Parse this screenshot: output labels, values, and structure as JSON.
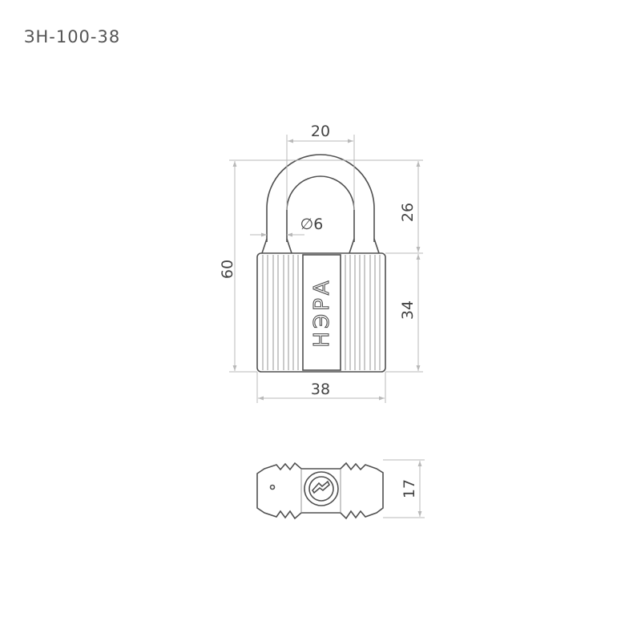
{
  "title": "ЗН-100-38",
  "brand_mark": "НЭРА",
  "dimensions": {
    "shackle_inner_width": "20",
    "shackle_height": "26",
    "shackle_diameter": "∅6",
    "total_height": "60",
    "body_height": "34",
    "body_width": "38",
    "body_thickness": "17"
  },
  "colors": {
    "outline": "#505050",
    "dimension_lines": "#b9b9b9",
    "text": "#444444"
  }
}
